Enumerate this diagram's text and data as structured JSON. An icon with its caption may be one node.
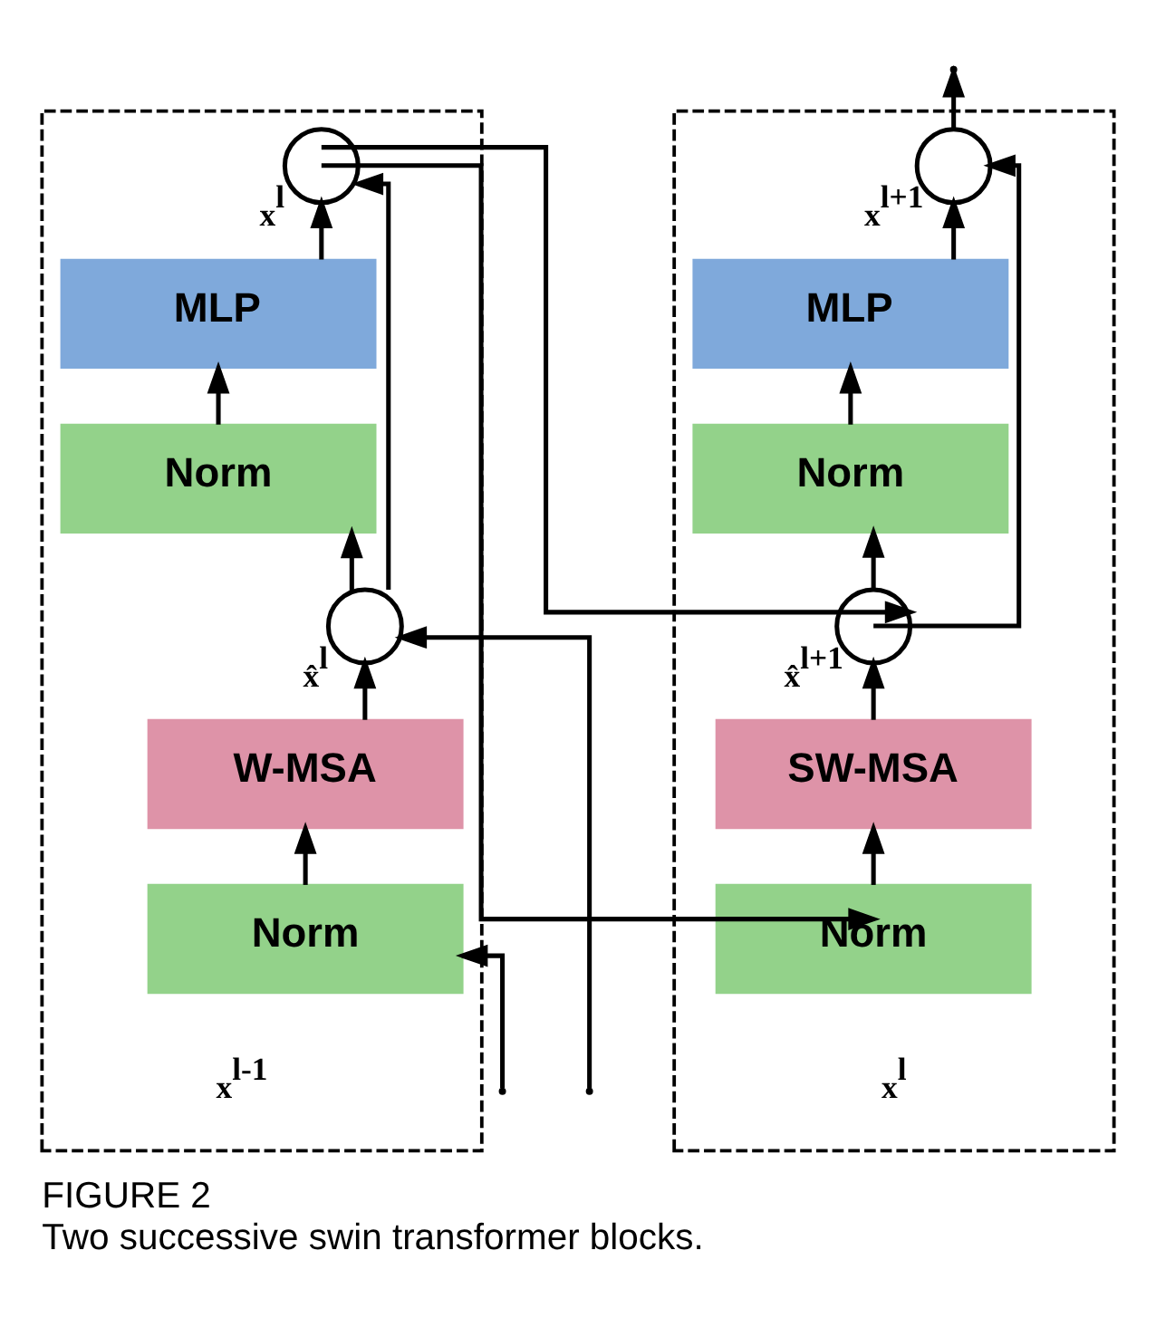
{
  "diagram": {
    "title": "FIGURE 2",
    "caption": "Two successive swin transformer blocks.",
    "nodes": [
      {
        "text": [],
        "shape": "box"
      },
      {
        "text": [],
        "shape": "circle",
        "in": 0,
        "beside": [
          "x$^{l}$"
        ]
      },
      {
        "text": [
          "MLP"
        ],
        "in": 0
      },
      {
        "text": [
          "Norm"
        ],
        "in": 0
      },
      {
        "text": [],
        "shape": "circle",
        "in": 0,
        "beside": [
          "x̂$^{l}$"
        ]
      },
      {
        "text": [
          "W-MSA"
        ],
        "in": 0
      },
      {
        "text": [
          "Norm"
        ],
        "in": 0
      },
      {
        "text": [],
        "shape": "box"
      },
      {
        "text": [],
        "shape": "circle",
        "in": 7,
        "beside": [
          "x$^{l+1}$"
        ]
      },
      {
        "text": [
          "MLP"
        ],
        "in": 7
      },
      {
        "text": [
          "Norm"
        ],
        "in": 7
      },
      {
        "text": [],
        "shape": "circle",
        "in": 7,
        "beside": [
          "x̂$^{l+1}$"
        ]
      },
      {
        "text": [
          "SW-MSA"
        ],
        "in": 7
      },
      {
        "text": [
          "Norm"
        ],
        "in": 7
      }
    ],
    "edges": [
      {
        "from": null,
        "to": 6,
        "arrow": "to"
      },
      {
        "from": null,
        "to": 4,
        "arrow": "to"
      },
      {
        "from": 6,
        "to": 5,
        "arrow": "to"
      },
      {
        "from": 5,
        "to": 4,
        "arrow": "to"
      },
      {
        "from": 4,
        "to": 3,
        "arrow": "to"
      },
      {
        "from": 3,
        "to": 2,
        "arrow": "to"
      },
      {
        "from": 2,
        "to": 1,
        "arrow": "to"
      },
      {
        "from": 4,
        "to": 1,
        "arrow": "to"
      },
      {
        "from": 1,
        "to": 13,
        "arrow": "to"
      },
      {
        "from": 1,
        "to": 11,
        "arrow": "to"
      },
      {
        "from": 13,
        "to": 12,
        "arrow": "to"
      },
      {
        "from": 12,
        "to": 11,
        "arrow": "to"
      },
      {
        "from": 11,
        "to": 10,
        "arrow": "to"
      },
      {
        "from": 10,
        "to": 9,
        "arrow": "to"
      },
      {
        "from": 9,
        "to": 8,
        "arrow": "to"
      },
      {
        "from": 11,
        "to": 8,
        "arrow": "to"
      },
      {
        "from": 8,
        "to": null,
        "arrow": "to"
      }
    ],
    "labels": [
      "x$^{l-1}$",
      "x$^{l}$"
    ]
  }
}
